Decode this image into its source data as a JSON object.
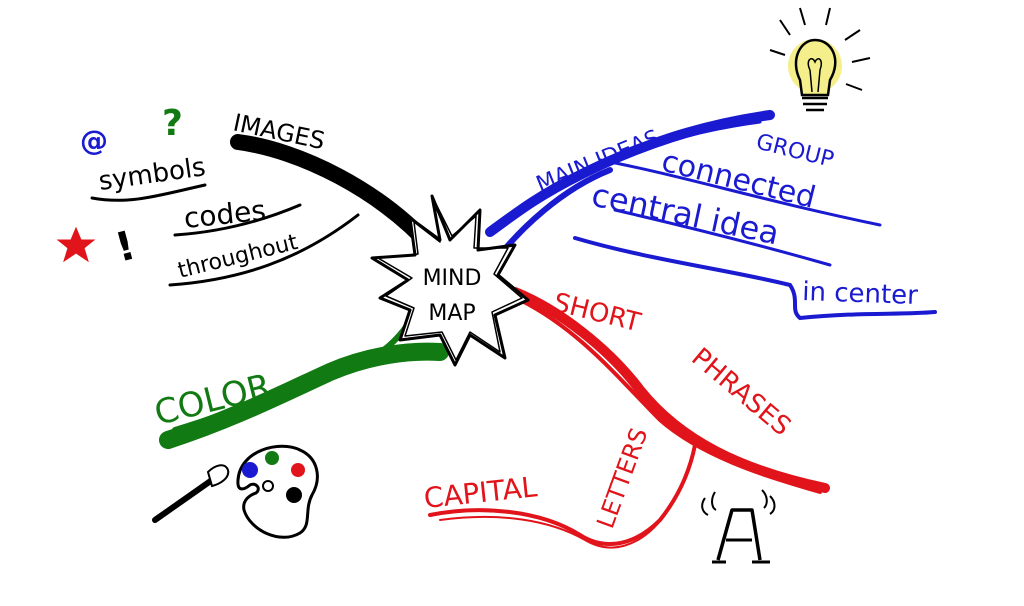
{
  "center": {
    "line1": "MIND",
    "line2": "MAP"
  },
  "branches": {
    "images": {
      "label": "IMAGES",
      "sub": [
        "symbols",
        "codes",
        "throughout"
      ],
      "color": "#000000"
    },
    "main_ideas": {
      "label": "MAIN IDEAS",
      "sub": [
        "GROUP",
        "connected",
        "central idea",
        "in center"
      ],
      "color": "#1a1ad0"
    },
    "color": {
      "label": "COLOR",
      "color": "#127a12"
    },
    "short_phrases": {
      "label": "SHORT PHRASES",
      "sub": [
        "CAPITAL",
        "LETTERS"
      ],
      "color": "#e0141a"
    }
  },
  "symbols": {
    "at": "@",
    "question": "?",
    "exclamation": "!",
    "letter_a": "A"
  },
  "colors": {
    "black": "#000000",
    "blue": "#1a1ad0",
    "green": "#127a12",
    "red": "#e0141a",
    "bulb": "#f4ef8a"
  },
  "icons": [
    "lightbulb-icon",
    "star-icon",
    "paint-palette-icon",
    "paintbrush-icon",
    "letter-a-icon"
  ]
}
